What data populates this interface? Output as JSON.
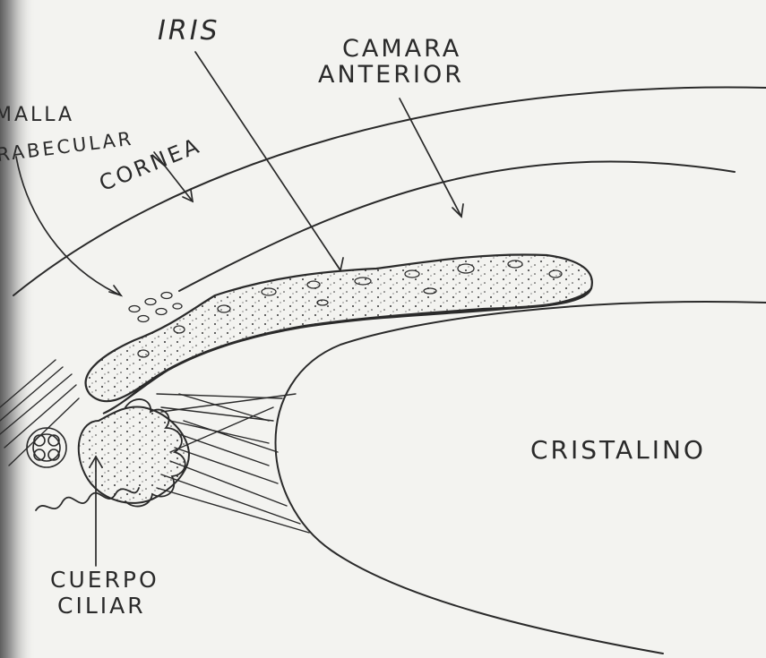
{
  "labels": {
    "iris": "IRIS",
    "camara": "CAMARA",
    "anterior": "ANTERIOR",
    "malla": "MALLA",
    "trabecular": "TRABECULAR",
    "cornea": "CORNEA",
    "cristalino": "CRISTALINO",
    "cuerpo": "CUERPO",
    "ciliar": "CILIAR"
  },
  "colors": {
    "ink": "#2a2a2a",
    "paper": "#f3f3f0",
    "shadow": "#6a6a6a"
  }
}
